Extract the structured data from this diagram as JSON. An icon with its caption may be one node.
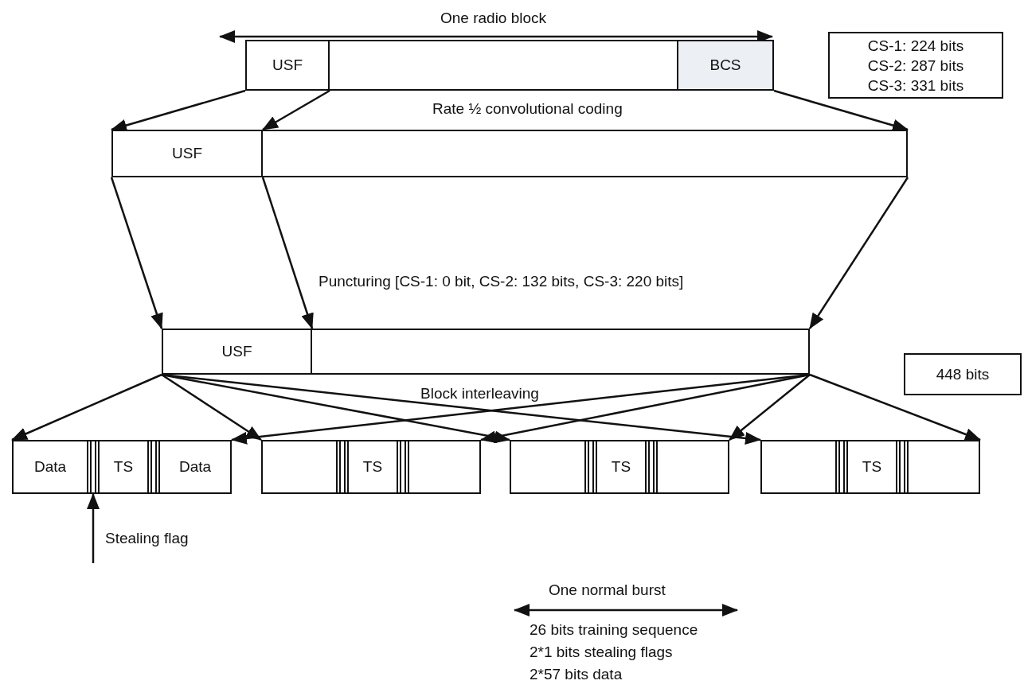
{
  "diagram": {
    "nodes": [
      {
        "text": [
          "USF"
        ]
      },
      {
        "text": [],
        "shape": "box"
      },
      {
        "text": [
          "BCS"
        ]
      },
      {
        "text": [
          "USF"
        ]
      },
      {
        "text": [],
        "shape": "box"
      },
      {
        "text": [
          "USF"
        ]
      },
      {
        "text": [],
        "shape": "box"
      },
      {
        "text": [],
        "shape": "box"
      },
      {
        "text": [
          "Data"
        ],
        "in": 7
      },
      {
        "text": [],
        "shape": "box",
        "in": 7
      },
      {
        "text": [
          "TS"
        ],
        "in": 7
      },
      {
        "text": [],
        "shape": "box",
        "in": 7
      },
      {
        "text": [
          "Data"
        ],
        "in": 7
      },
      {
        "text": [],
        "shape": "box"
      },
      {
        "text": [],
        "shape": "box",
        "in": 13
      },
      {
        "text": [],
        "shape": "box",
        "in": 13
      },
      {
        "text": [
          "TS"
        ],
        "in": 13
      },
      {
        "text": [],
        "shape": "box",
        "in": 13
      },
      {
        "text": [],
        "shape": "box",
        "in": 13
      },
      {
        "text": [],
        "shape": "box"
      },
      {
        "text": [],
        "shape": "box",
        "in": 19
      },
      {
        "text": [],
        "shape": "box",
        "in": 19
      },
      {
        "text": [
          "TS"
        ],
        "in": 19
      },
      {
        "text": [],
        "shape": "box",
        "in": 19
      },
      {
        "text": [],
        "shape": "box",
        "in": 19
      },
      {
        "text": [],
        "shape": "box"
      },
      {
        "text": [],
        "shape": "box",
        "in": 25
      },
      {
        "text": [],
        "shape": "box",
        "in": 25
      },
      {
        "text": [
          "TS"
        ],
        "in": 25
      },
      {
        "text": [],
        "shape": "box",
        "in": 25
      },
      {
        "text": [],
        "shape": "box",
        "in": 25
      },
      {
        "text": [
          "CS-1: 224 bits",
          "CS-2: 287 bits",
          "CS-3: 331 bits"
        ]
      },
      {
        "text": [
          "448 bits"
        ]
      },
      {
        "text": [
          "Stealing flag"
        ]
      }
    ],
    "edges": [
      {
        "from": 0,
        "to": 3,
        "arrow": "to"
      },
      {
        "from": 0,
        "to": 3,
        "arrow": "to"
      },
      {
        "from": 2,
        "to": 4,
        "arrow": "to"
      },
      {
        "from": 3,
        "to": 5,
        "arrow": "to"
      },
      {
        "from": 3,
        "to": 5,
        "arrow": "to"
      },
      {
        "from": 4,
        "to": 6,
        "arrow": "to"
      },
      {
        "from": 5,
        "to": 7,
        "arrow": "to"
      },
      {
        "from": 5,
        "to": 13,
        "arrow": "to"
      },
      {
        "from": 5,
        "to": 19,
        "arrow": "to"
      },
      {
        "from": 5,
        "to": 25,
        "arrow": "to"
      },
      {
        "from": 6,
        "to": 7,
        "arrow": "to"
      },
      {
        "from": 6,
        "to": 13,
        "arrow": "to"
      },
      {
        "from": 6,
        "to": 19,
        "arrow": "to"
      },
      {
        "from": 6,
        "to": 25,
        "arrow": "to"
      },
      {
        "from": 33,
        "to": 9,
        "arrow": "to"
      }
    ],
    "labels": [
      "One radio block",
      "Rate ½ convolutional coding",
      "Puncturing [CS-1: 0 bit, CS-2: 132 bits, CS-3: 220 bits]",
      "Block interleaving",
      "One normal burst",
      "26 bits training sequence",
      "2*1 bits stealing flags",
      "2*57 bits data"
    ]
  }
}
